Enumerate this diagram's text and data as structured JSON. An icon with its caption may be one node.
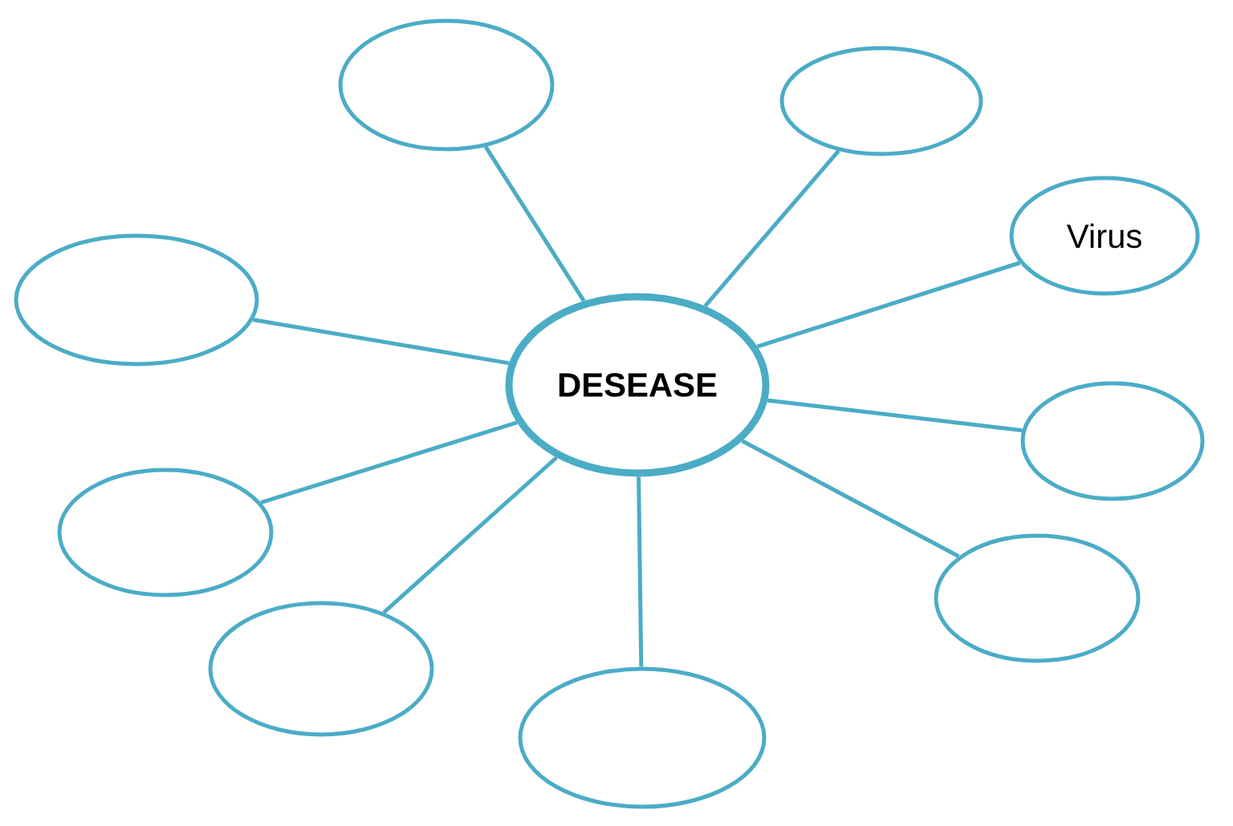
{
  "diagram": {
    "nodes": [
      {
        "text": [
          "DESEASE"
        ]
      },
      {
        "text": [],
        "shape": "ellipse"
      },
      {
        "text": [],
        "shape": "ellipse"
      },
      {
        "text": [
          "Virus"
        ]
      },
      {
        "text": [],
        "shape": "ellipse"
      },
      {
        "text": [],
        "shape": "ellipse"
      },
      {
        "text": [],
        "shape": "ellipse"
      },
      {
        "text": [],
        "shape": "ellipse"
      },
      {
        "text": [],
        "shape": "ellipse"
      },
      {
        "text": [],
        "shape": "ellipse"
      }
    ],
    "edges": [
      {
        "from": 0,
        "to": 1,
        "arrow": "none"
      },
      {
        "from": 0,
        "to": 2,
        "arrow": "none"
      },
      {
        "from": 0,
        "to": 3,
        "arrow": "none"
      },
      {
        "from": 0,
        "to": 4,
        "arrow": "none"
      },
      {
        "from": 0,
        "to": 5,
        "arrow": "none"
      },
      {
        "from": 0,
        "to": 6,
        "arrow": "none"
      },
      {
        "from": 0,
        "to": 7,
        "arrow": "none"
      },
      {
        "from": 0,
        "to": 8,
        "arrow": "none"
      },
      {
        "from": 0,
        "to": 9,
        "arrow": "none"
      }
    ]
  }
}
